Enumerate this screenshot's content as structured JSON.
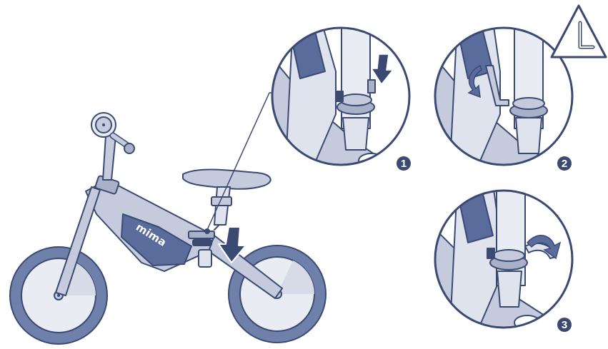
{
  "brand": {
    "logo_text": "mima"
  },
  "steps": [
    {
      "number": "1"
    },
    {
      "number": "2"
    },
    {
      "number": "3"
    }
  ],
  "colors": {
    "outline": "#3b4a72",
    "frame": "#c5cbdc",
    "frame_light": "#dfe3ee",
    "accent": "#5a6c9b",
    "tyre": "#6f80ab",
    "rim": "#e9ecf3",
    "badge": "#3d4a70"
  },
  "icons": {
    "warning": "warning-triangle-icon",
    "tool": "allen-key-icon",
    "push": "down-arrow-icon",
    "rotate": "curved-rotate-arrow-icon"
  }
}
